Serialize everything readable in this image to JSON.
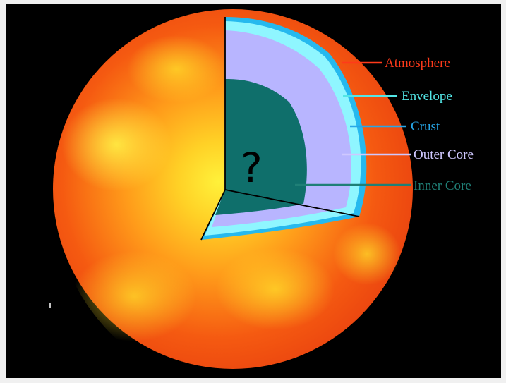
{
  "diagram": {
    "layers": [
      {
        "id": "atmosphere",
        "label": "Atmosphere",
        "color": "#ff3a1a"
      },
      {
        "id": "envelope",
        "label": "Envelope",
        "color": "#53e6e6"
      },
      {
        "id": "crust",
        "label": "Crust",
        "color": "#27a7e8"
      },
      {
        "id": "outer-core",
        "label": "Outer Core",
        "color": "#cfc8ff"
      },
      {
        "id": "inner-core",
        "label": "Inner Core",
        "color": "#1f7f76"
      }
    ],
    "unknown_mark": "?",
    "colors": {
      "background": "#000000",
      "frame": "#f0f0f0",
      "planet_outer": "#ef3d10",
      "planet_inner": "#ffe126",
      "cutaway_edge": "#1ac8f0",
      "cutaway_bright": "#8ff6ff",
      "outer_core_fill": "#b8b5ff",
      "inner_core_fill": "#0f6f6b"
    }
  }
}
